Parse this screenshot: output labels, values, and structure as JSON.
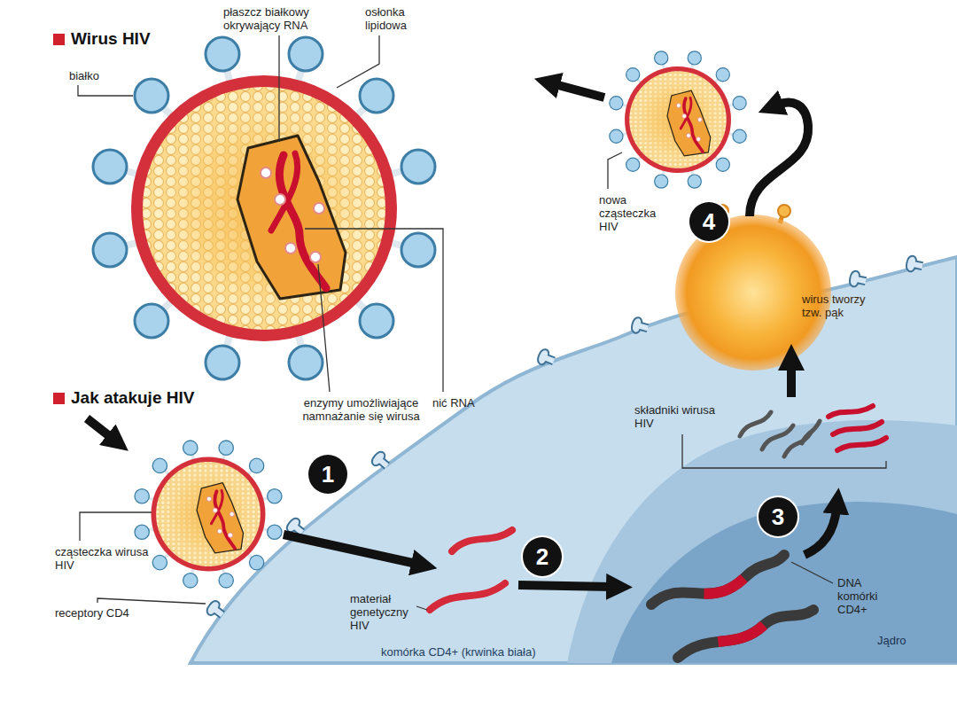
{
  "diagram": {
    "nodes": [
      {
        "text": [
          "komórka CD4+ (krwinka biała)"
        ]
      },
      {
        "text": [
          "Jądro"
        ],
        "in": 0
      },
      {
        "text": [
          "wirus tworzy tzw. pąk"
        ],
        "in": 0
      }
    ],
    "labels": [
      "Wirus HIV",
      "płaszcz białkowy okrywający RNA",
      "osłonka lipidowa",
      "białko",
      "nić RNA",
      "enzymy umożliwiające namnażanie się wirusa",
      "nowa cząsteczka HIV",
      "4",
      "Jak atakuje HIV",
      "składniki wirusa HIV",
      "1",
      "cząsteczka wirusa HIV",
      "2",
      "3",
      "receptory CD4",
      "materiał genetyczny HIV",
      "DNA komórki CD4+"
    ]
  }
}
